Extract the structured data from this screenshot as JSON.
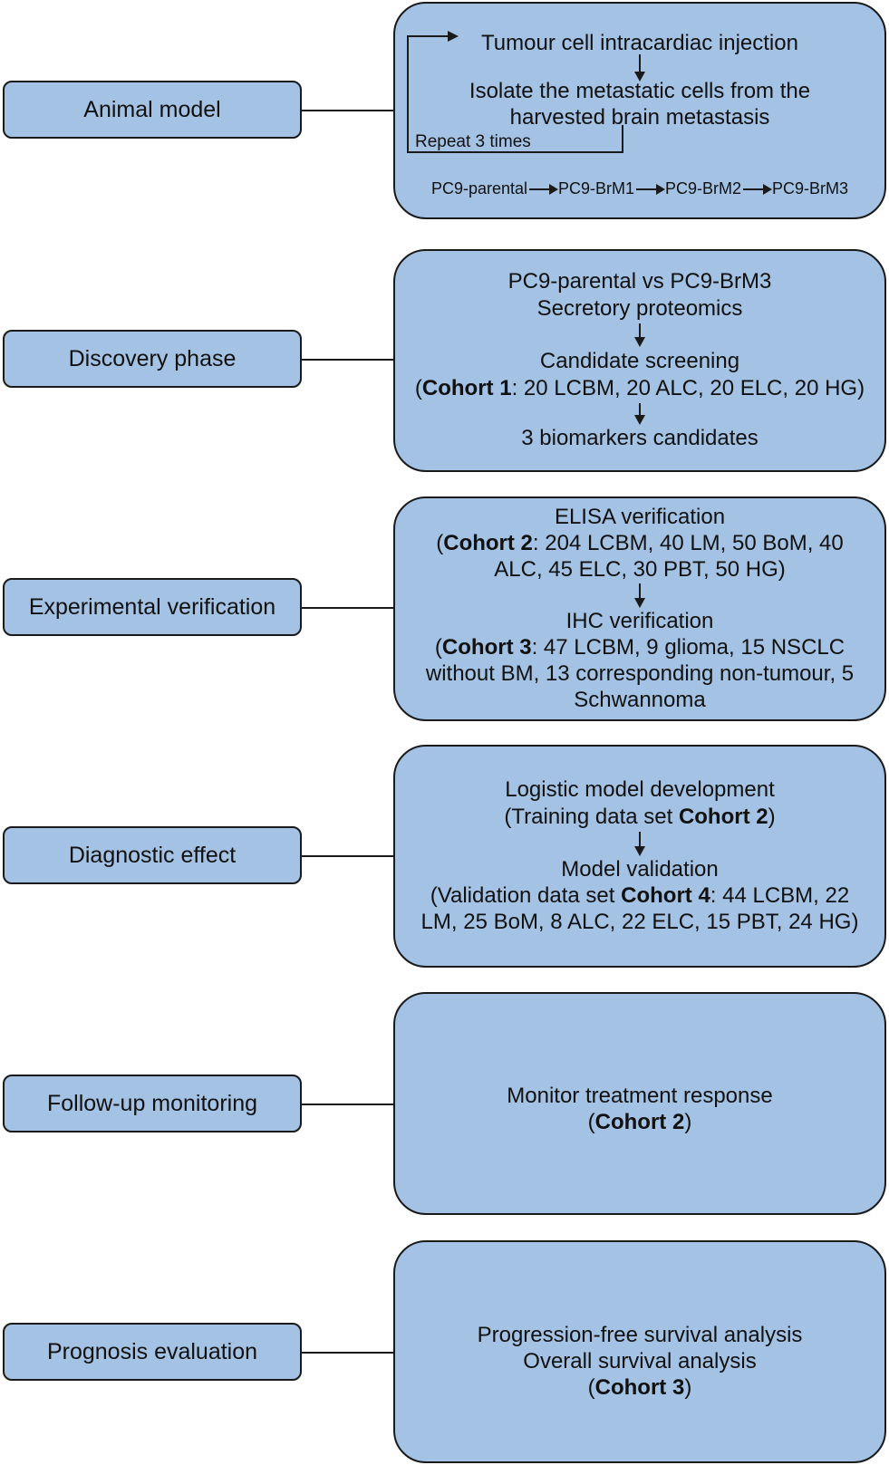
{
  "colors": {
    "box_fill": "#a3c2e4",
    "stroke": "#1a1a1a"
  },
  "rows": [
    {
      "label": "Animal model",
      "lines": {
        "injection": "Tumour cell intracardiac injection",
        "isolate_1": "Isolate the metastatic cells from the",
        "isolate_2": "harvested brain metastasis",
        "repeat": "Repeat 3 times",
        "chain": [
          "PC9-parental",
          "PC9-BrM1",
          "PC9-BrM2",
          "PC9-BrM3"
        ]
      }
    },
    {
      "label": "Discovery phase",
      "lines": {
        "l1": "PC9-parental vs PC9-BrM3",
        "l2": "Secretory proteomics",
        "l3": "Candidate screening",
        "l4_open": "(",
        "l4_bold": "Cohort 1",
        "l4_rest": ": 20 LCBM, 20 ALC, 20 ELC, 20 HG)",
        "l5": "3 biomarkers candidates"
      }
    },
    {
      "label": "Experimental verification",
      "lines": {
        "l1": "ELISA verification",
        "l2_open": "(",
        "l2_bold": "Cohort 2",
        "l2_rest": ": 204 LCBM, 40 LM, 50 BoM, 40",
        "l3": "ALC, 45 ELC, 30 PBT, 50 HG)",
        "l4": "IHC verification",
        "l5_open": "(",
        "l5_bold": "Cohort 3",
        "l5_rest": ": 47 LCBM, 9 glioma, 15 NSCLC",
        "l6": "without BM, 13 corresponding non-tumour, 5",
        "l7": "Schwannoma"
      }
    },
    {
      "label": "Diagnostic effect",
      "lines": {
        "l1": "Logistic model development",
        "l2_pre": "(Training data set ",
        "l2_bold": "Cohort 2",
        "l2_post": ")",
        "l3": "Model validation",
        "l4_pre": "(Validation data set ",
        "l4_bold": "Cohort 4",
        "l4_post": ": 44 LCBM, 22",
        "l5": "LM, 25 BoM, 8 ALC, 22 ELC, 15 PBT, 24 HG)"
      }
    },
    {
      "label": "Follow-up monitoring",
      "lines": {
        "l1": "Monitor treatment response",
        "l2_open": "(",
        "l2_bold": "Cohort 2",
        "l2_close": ")"
      }
    },
    {
      "label": "Prognosis evaluation",
      "lines": {
        "l1": "Progression-free survival analysis",
        "l2": "Overall survival analysis",
        "l3_open": "(",
        "l3_bold": "Cohort 3",
        "l3_close": ")"
      }
    }
  ]
}
